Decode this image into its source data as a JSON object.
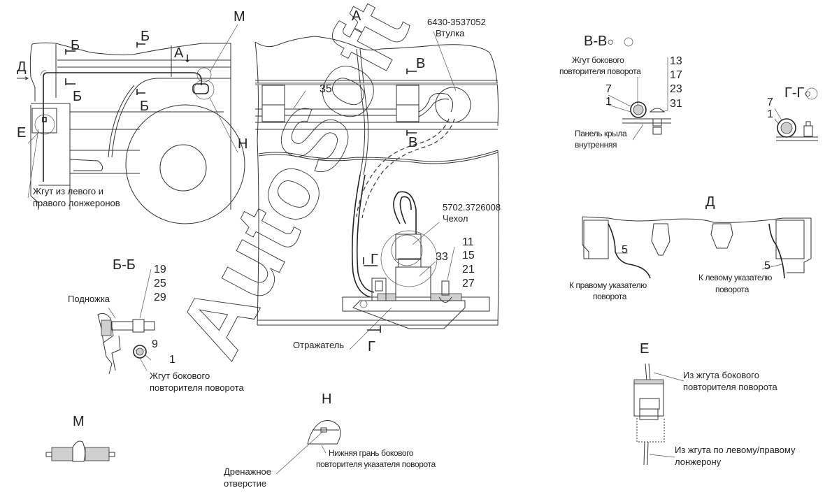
{
  "views": {
    "main": {
      "section_marks": [
        "Б",
        "Б",
        "Б",
        "Б"
      ],
      "view_arrows": {
        "a": "А",
        "d": "Д"
      },
      "callouts": {
        "m": "М",
        "e": "Е",
        "n": "Н"
      },
      "harness_label_line1": "Жгут из левого и",
      "harness_label_line2": "правого лонжеронов"
    },
    "view_a": {
      "title": "А",
      "bushing_part_no": "6430-3537052",
      "bushing_name": "Втулка",
      "item_35": "35",
      "section_v_top": "В",
      "section_v_bottom": "В",
      "cover_part_no": "5702.3726008",
      "cover_name": "Чехол",
      "item_33": "33",
      "fastener_items": [
        "11",
        "15",
        "21",
        "27"
      ],
      "section_g_top": "Г",
      "section_g_bottom": "Г",
      "reflector_label": "Отражатель"
    },
    "section_vv": {
      "title": "В-В",
      "rotation_symbol": "○",
      "harness_line1": "Жгут бокового",
      "harness_line2": "повторителя поворота",
      "items_left": [
        "7",
        "1"
      ],
      "items_right": [
        "13",
        "17",
        "23",
        "31"
      ],
      "panel_line1": "Панель крыла",
      "panel_line2": "внутренняя"
    },
    "section_gg": {
      "title": "Г-Г",
      "rotation_symbol": "○",
      "items": [
        "7",
        "1"
      ]
    },
    "view_d": {
      "title": "Д",
      "item_left": "5",
      "item_right": "5",
      "right_turn_line1": "К правому указателю",
      "right_turn_line2": "поворота",
      "left_turn_line1": "К левому указателю",
      "left_turn_line2": "поворота"
    },
    "section_bb": {
      "title": "Б-Б",
      "items_stack": [
        "19",
        "25",
        "29"
      ],
      "step_label": "Подножка",
      "item_9": "9",
      "item_1": "1",
      "harness_line1": "Жгут бокового",
      "harness_line2": "повторителя поворота"
    },
    "detail_m": {
      "title": "М"
    },
    "detail_n": {
      "title": "Н",
      "edge_line1": "Нижняя грань бокового",
      "edge_line2": "повторителя указателя поворота",
      "drain_line1": "Дренажное",
      "drain_line2": "отверстие"
    },
    "detail_e": {
      "title": "Е",
      "from_repeater_line1": "Из жгута бокового",
      "from_repeater_line2": "повторителя поворота",
      "from_spar_line1": "Из жгута по левому/правому",
      "from_spar_line2": "лонжерону"
    }
  },
  "watermark": "AutoSoft"
}
